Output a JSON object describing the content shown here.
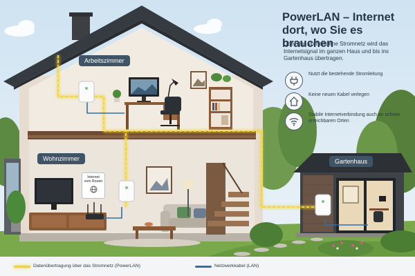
{
  "diagram": {
    "title": "PowerLAN – Internet dort, wo Sie es brauchen",
    "description": "Über das vorhandene Stromnetz wird das Internetsignal im ganzen Haus und bis ins Gartenhaus übertragen.",
    "features": [
      {
        "icon": "plug-icon",
        "text": "Nutzt die bestehende Stromleitung"
      },
      {
        "icon": "house-icon",
        "text": "Keine neuen Kabel verlegen"
      },
      {
        "icon": "wifi-icon",
        "text": "Stabile Internetverbindung auch an schwer erreichbaren Orten"
      }
    ],
    "rooms": {
      "office": "Arbeitszimmer",
      "living": "Wohnzimmer",
      "garden": "Gartenhaus"
    },
    "router_label_line1": "Internet",
    "router_label_line2": "vom Router",
    "legend": {
      "powerline": "Datenübertragung über das Stromnetz (PowerLAN)",
      "lan": "Netzwerkkabel (LAN)"
    },
    "colors": {
      "powerline": "#f5d22c",
      "lan": "#2f6fb0",
      "roof": "#3a3f45",
      "wall": "#efe7dc"
    }
  }
}
